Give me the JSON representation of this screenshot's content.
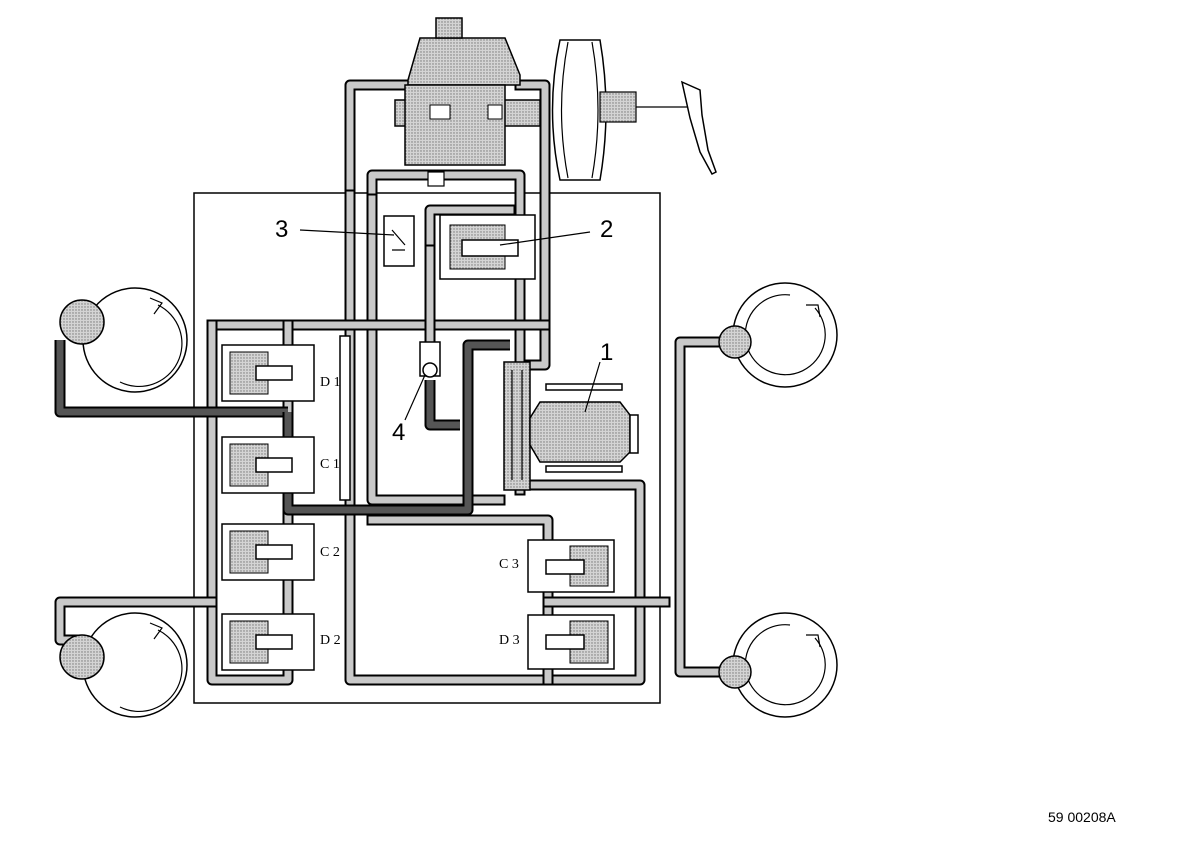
{
  "callouts": {
    "c1": "1",
    "c2": "2",
    "c3": "3",
    "c4": "4"
  },
  "valves": {
    "d1": "D 1",
    "c1": "C 1",
    "c2": "C 2",
    "d2": "D 2",
    "c3": "C 3",
    "d3": "D 3"
  },
  "reference_code": "59 00208A"
}
